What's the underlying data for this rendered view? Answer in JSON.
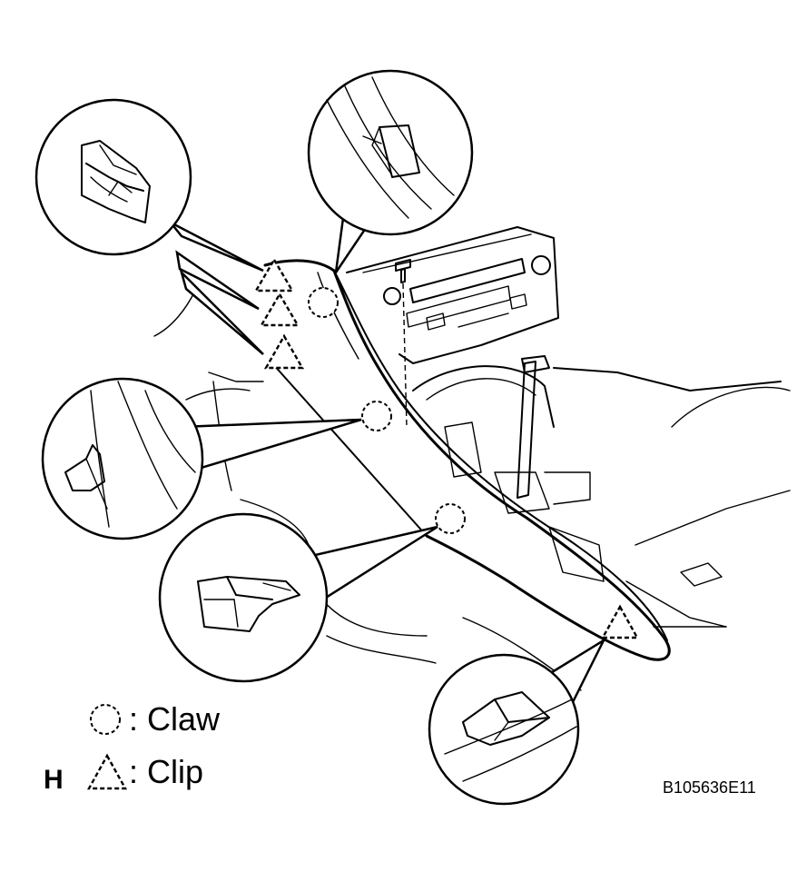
{
  "legend": {
    "claw_label": ": Claw",
    "clip_label": ": Clip"
  },
  "side_mark": "H",
  "figure_ref": "B105636E11",
  "colors": {
    "line": "#000000",
    "background": "#ffffff"
  },
  "icons": [
    "claw-dashed-circle-icon",
    "clip-dashed-triangle-icon",
    "screw-icon"
  ]
}
